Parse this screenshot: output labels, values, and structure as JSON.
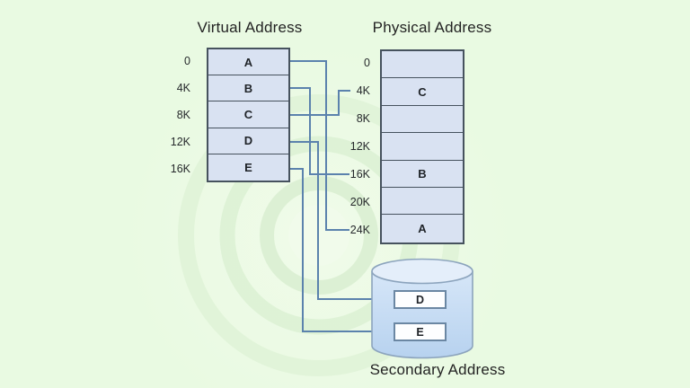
{
  "diagram": {
    "virtual": {
      "title": "Virtual Address",
      "rows": [
        {
          "address": "0",
          "block": "A"
        },
        {
          "address": "4K",
          "block": "B"
        },
        {
          "address": "8K",
          "block": "C"
        },
        {
          "address": "12K",
          "block": "D"
        },
        {
          "address": "16K",
          "block": "E"
        }
      ]
    },
    "physical": {
      "title": "Physical Address",
      "rows": [
        {
          "address": "0",
          "block": ""
        },
        {
          "address": "4K",
          "block": "C"
        },
        {
          "address": "8K",
          "block": ""
        },
        {
          "address": "12K",
          "block": ""
        },
        {
          "address": "16K",
          "block": "B"
        },
        {
          "address": "20K",
          "block": ""
        },
        {
          "address": "24K",
          "block": "A"
        }
      ]
    },
    "secondary": {
      "title": "Secondary Address",
      "blocks": [
        "D",
        "E"
      ]
    },
    "mappings": [
      {
        "virtual_block": "A",
        "target": "physical",
        "target_address": "24K"
      },
      {
        "virtual_block": "B",
        "target": "physical",
        "target_address": "16K"
      },
      {
        "virtual_block": "C",
        "target": "physical",
        "target_address": "4K"
      },
      {
        "virtual_block": "D",
        "target": "secondary storage"
      },
      {
        "virtual_block": "E",
        "target": "secondary storage"
      }
    ],
    "colors": {
      "background": "#e9fae2",
      "cell_fill": "#d9e2f2",
      "table_border": "#46525e",
      "connector": "#5b82ad",
      "cylinder_fill": "#c3d8f1",
      "cylinder_border": "#8ca4bd",
      "text": "#232323"
    }
  }
}
